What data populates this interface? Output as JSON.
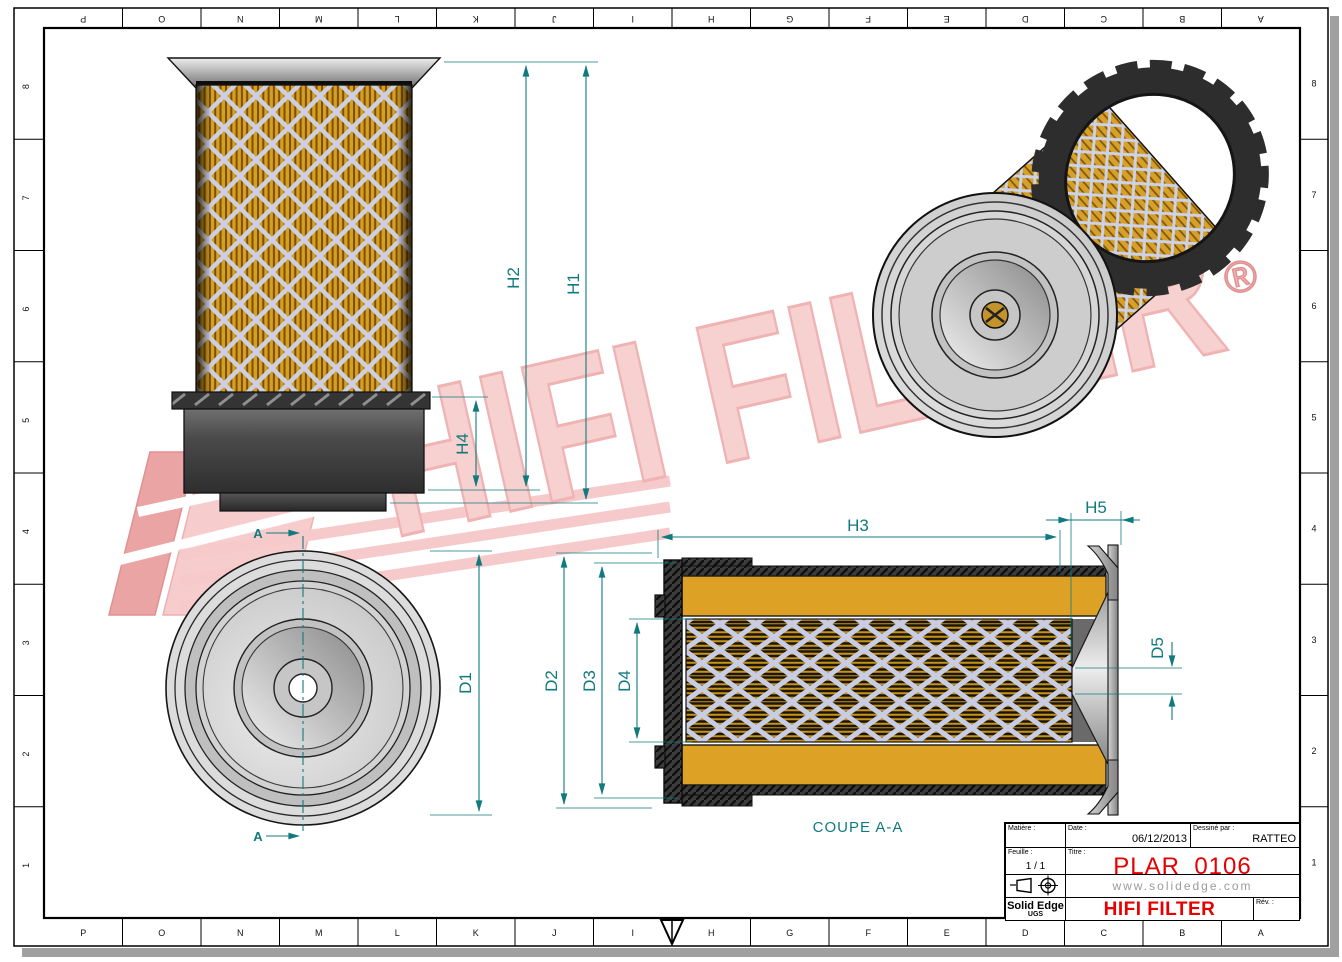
{
  "frame": {
    "columns": [
      "P",
      "O",
      "N",
      "M",
      "L",
      "K",
      "J",
      "I",
      "H",
      "G",
      "F",
      "E",
      "D",
      "C",
      "B",
      "A"
    ],
    "rows": [
      "8",
      "7",
      "6",
      "5",
      "4",
      "3",
      "2",
      "1"
    ]
  },
  "title_block": {
    "matiere_label": "Matière :",
    "date_label": "Date :",
    "date_value": "06/12/2013",
    "dessine_label": "Dessiné par :",
    "dessine_value": "RATTEO",
    "feuille_label": "Feuille :",
    "feuille_value": "1 / 1",
    "titre_label": "Titre :",
    "titre_value": "PLAR_0106",
    "website": "www.solidedge.com",
    "software_name": "Solid Edge",
    "software_vendor": "UGS",
    "company": "HIFI FILTER",
    "rev_label": "Rév. :"
  },
  "dimensions": {
    "h1": "H1",
    "h2": "H2",
    "h3": "H3",
    "h4": "H4",
    "h5": "H5",
    "d1": "D1",
    "d2": "D2",
    "d3": "D3",
    "d4": "D4",
    "d5": "D5"
  },
  "section": {
    "marker": "A",
    "caption": "COUPE A-A"
  },
  "watermark": {
    "text": "HIFI FILTER",
    "registered": "®"
  },
  "colors": {
    "dimension_teal": "#117a7e",
    "title_red": "#e60000",
    "media_yellow": "#dda125",
    "watermark_pink": "#f6cfcf"
  }
}
